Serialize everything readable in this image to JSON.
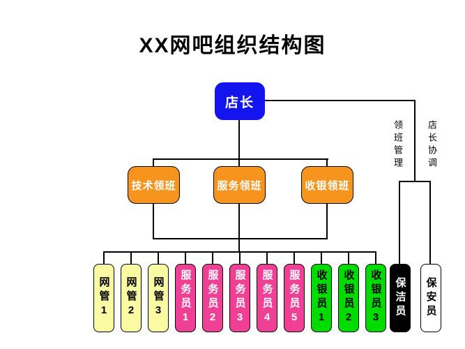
{
  "title": "XX网吧组织结构图",
  "nodes": {
    "manager": {
      "label": "店长",
      "bg": "#1414EE",
      "fg": "#FFFFFF"
    },
    "foremen": [
      {
        "label": "技术领班",
        "bg": "#F7941D",
        "fg": "#FFFFFF"
      },
      {
        "label": "服务领班",
        "bg": "#F7941D",
        "fg": "#FFFFFF"
      },
      {
        "label": "收银领班",
        "bg": "#F7941D",
        "fg": "#FFFFFF"
      }
    ],
    "staff": [
      {
        "label": "网管1",
        "bg": "#FAFAA2",
        "fg": "#000000"
      },
      {
        "label": "网管2",
        "bg": "#FAFAA2",
        "fg": "#000000"
      },
      {
        "label": "网管3",
        "bg": "#FAFAA2",
        "fg": "#000000"
      },
      {
        "label": "服务员1",
        "bg": "#EF4096",
        "fg": "#FFFFFF"
      },
      {
        "label": "服务员2",
        "bg": "#EF4096",
        "fg": "#FFFFFF"
      },
      {
        "label": "服务员3",
        "bg": "#EF4096",
        "fg": "#FFFFFF"
      },
      {
        "label": "服务员4",
        "bg": "#EF4096",
        "fg": "#FFFFFF"
      },
      {
        "label": "服务员5",
        "bg": "#EF4096",
        "fg": "#FFFFFF"
      },
      {
        "label": "收银员1",
        "bg": "#00DC00",
        "fg": "#000000"
      },
      {
        "label": "收银员2",
        "bg": "#00DC00",
        "fg": "#000000"
      },
      {
        "label": "收银员3",
        "bg": "#00DC00",
        "fg": "#000000"
      },
      {
        "label": "保洁员",
        "bg": "#000000",
        "fg": "#FFFFFF"
      },
      {
        "label": "保安员",
        "bg": "#FFFFFF",
        "fg": "#000000"
      }
    ]
  },
  "annotations": [
    {
      "label": "领班管理"
    },
    {
      "label": "店长协调"
    }
  ],
  "colors": {
    "background": "#FFFFFF",
    "line": "#000000",
    "title_text": "#000000"
  }
}
